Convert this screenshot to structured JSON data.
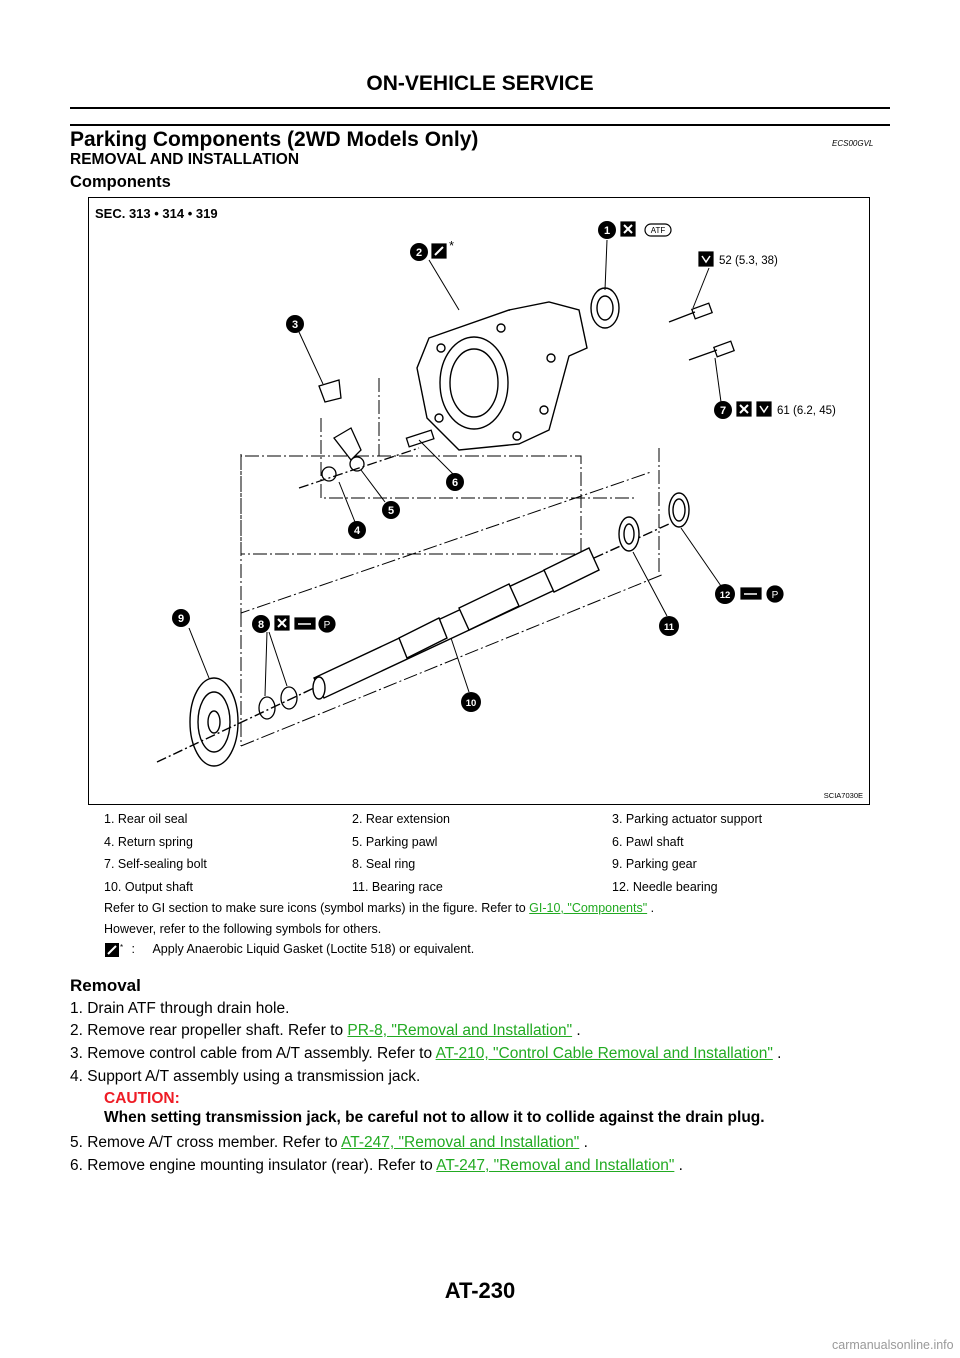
{
  "header": {
    "title": "ON-VEHICLE SERVICE"
  },
  "section": {
    "title": "Parking Components (2WD Models Only)",
    "code": "ECS00GVL",
    "subtitle": "REMOVAL AND INSTALLATION",
    "subsection": "Components"
  },
  "figure": {
    "sec_label": "SEC. 313 • 314 • 319",
    "callouts": [
      "1",
      "2",
      "3",
      "4",
      "5",
      "6",
      "7",
      "8",
      "9",
      "10",
      "11",
      "12"
    ],
    "torque_1": "52 (5.3, 38)",
    "torque_2": "61 (6.2, 45)",
    "atf_tag": "ATF",
    "asterisk": "*",
    "image_id": "SCIA7030E"
  },
  "legend": {
    "rows": [
      [
        "1.   Rear oil seal",
        "2.   Rear extension",
        "3.   Parking actuator support"
      ],
      [
        "4.   Return spring",
        "5.   Parking pawl",
        "6.   Pawl shaft"
      ],
      [
        "7.   Self-sealing bolt",
        "8.   Seal ring",
        "9.   Parking gear"
      ],
      [
        "10.  Output shaft",
        "11.  Bearing race",
        "12.  Needle bearing"
      ]
    ],
    "note1_text": "Refer to GI section to make sure icons (symbol marks) in the figure. Refer to",
    "note1_link": "GI-10, \"Components\"",
    "note1_end": ".",
    "note2": "However, refer to the following symbols for others.",
    "symbol_note": "Apply Anaerobic Liquid Gasket (Loctite 518) or equivalent."
  },
  "removal": {
    "title": "Removal",
    "step1": "1.  Drain ATF through drain hole.",
    "step2_text": "2.  Remove rear propeller shaft. Refer to",
    "step2_link": "PR-8, \"Removal and Installation\"",
    "step3_text": "3.  Remove control cable from A/T assembly. Refer to",
    "step3_link": "AT-210, \"Control Cable Removal and Installation\"",
    "step4": "4.  Support A/T assembly using a transmission jack.",
    "caution_title": "CAUTION:",
    "caution_text": "When setting transmission jack, be careful not to allow it to collide against the drain plug.",
    "step5_text": "5.  Remove A/T cross member. Refer to",
    "step5_link": "AT-247, \"Removal and Installation\"",
    "step6_text": "6.  Remove engine mounting insulator (rear). Refer to",
    "step6_link": "AT-247, \"Removal and Installation\"",
    "period": "."
  },
  "footer": {
    "page": "AT-230"
  },
  "watermark": "carmanualsonline.info"
}
